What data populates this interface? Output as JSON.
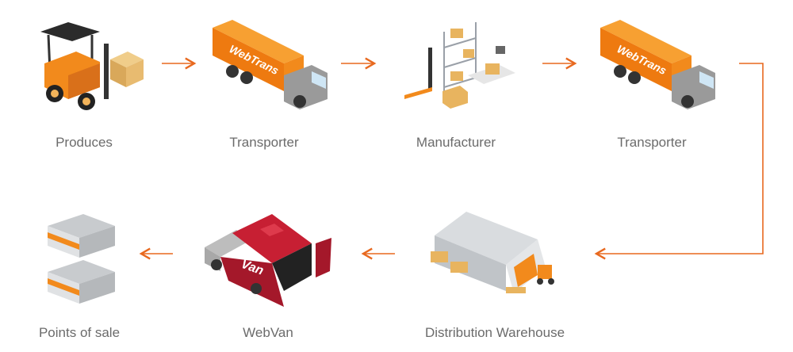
{
  "colors": {
    "arrow": "#e8691f",
    "label": "#6b6b6b",
    "truck": "#f28a1c",
    "van": "#b3192b"
  },
  "steps": [
    {
      "label": "Produces",
      "icon": "forklift-icon"
    },
    {
      "label": "Transporter",
      "icon": "truck-icon",
      "logo": "WebTrans"
    },
    {
      "label": "Manufacturer",
      "icon": "warehouse-shelves-icon"
    },
    {
      "label": "Transporter",
      "icon": "truck-icon",
      "logo": "WebTrans"
    },
    {
      "label": "Distribution Warehouse",
      "icon": "distribution-warehouse-icon"
    },
    {
      "label": "WebVan",
      "icon": "van-icon",
      "logo": "Van"
    },
    {
      "label": "Points of sale",
      "icon": "shops-icon"
    }
  ]
}
